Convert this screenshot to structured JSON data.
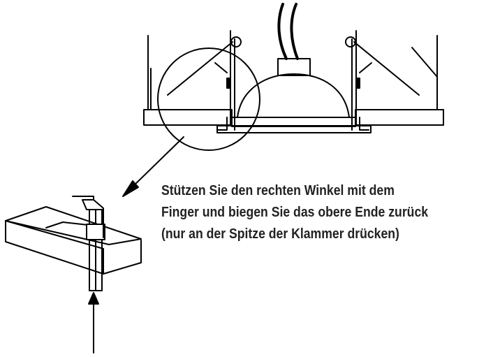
{
  "instruction": {
    "lines": [
      "Stützen Sie den rechten Winkel mit dem",
      "Finger und biegen Sie das obere Ende zurück",
      "(nur an der Spitze der Klammer drücken)"
    ]
  },
  "colors": {
    "stroke": "#000000",
    "text": "#222222",
    "background": "#ffffff"
  }
}
